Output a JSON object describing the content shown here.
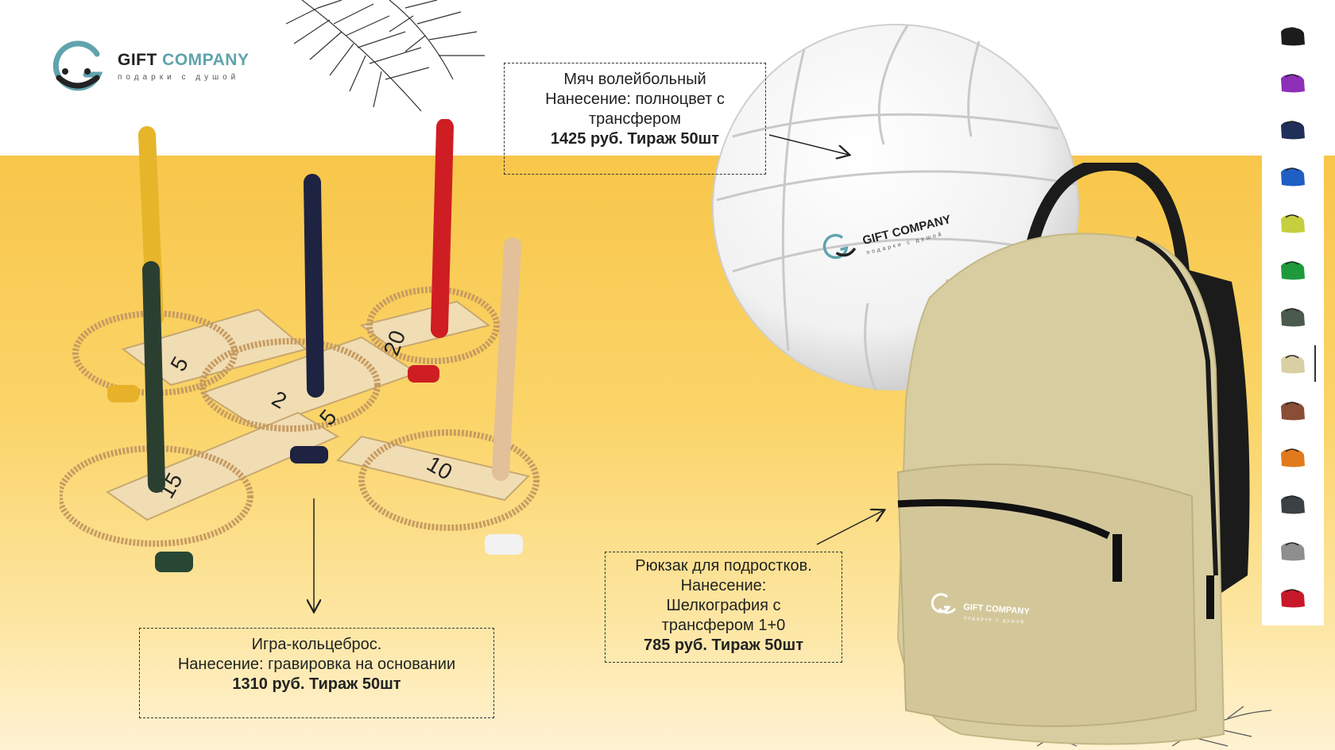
{
  "brand": {
    "name_part1": "GIFT",
    "name_part2": "COMPANY",
    "tagline": "подарки с душой",
    "accent_color": "#5fa3ad",
    "dark_color": "#222222"
  },
  "products": {
    "ball": {
      "title": "Мяч волейбольный",
      "line2": "Нанесение: полноцвет с",
      "line3": "трансфером",
      "price": "1425 руб. Тираж 50шт",
      "print_brand": "GIFT COMPANY",
      "print_tagline": "подарки с душой"
    },
    "game": {
      "title": "Игра-кольцеброс.",
      "line2": "Нанесение: гравировка на основании",
      "price": "1310 руб. Тираж 50шт",
      "numbers": [
        "5",
        "20",
        "2",
        "5",
        "15",
        "10"
      ]
    },
    "backpack": {
      "title": "Рюкзак для подростков.",
      "line2": "Нанесение:",
      "line3": "Шелкография с",
      "line4": "трансфером 1+0",
      "price": "785 руб. Тираж 50шт",
      "print_brand": "GIFT COMPANY",
      "print_tagline": "подарки с душой"
    }
  },
  "swatches": [
    {
      "name": "black",
      "color": "#1c1c1c"
    },
    {
      "name": "purple",
      "color": "#8d2fb8"
    },
    {
      "name": "navy",
      "color": "#1f2f5a"
    },
    {
      "name": "blue",
      "color": "#1f5fc4"
    },
    {
      "name": "lime",
      "color": "#c6cf3e"
    },
    {
      "name": "green",
      "color": "#1e9a3c"
    },
    {
      "name": "dark-green",
      "color": "#4a5a4c"
    },
    {
      "name": "beige",
      "color": "#d9cfa4"
    },
    {
      "name": "brown",
      "color": "#8a4d35"
    },
    {
      "name": "orange",
      "color": "#e27a1d"
    },
    {
      "name": "dark-grey",
      "color": "#3b4144"
    },
    {
      "name": "grey",
      "color": "#8e8e8e"
    },
    {
      "name": "red",
      "color": "#c8192b"
    }
  ]
}
